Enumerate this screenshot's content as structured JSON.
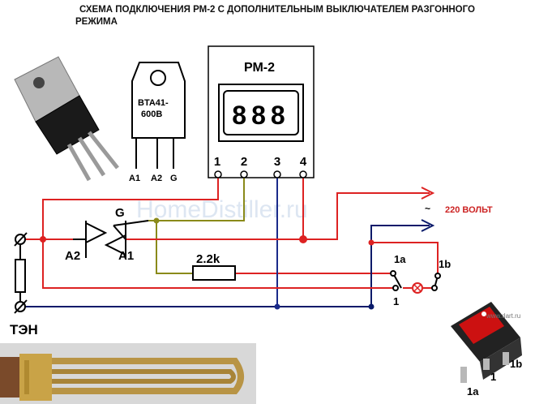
{
  "title_line1": "СХЕМА ПОДКЛЮЧЕНИЯ РМ-2 С ДОПОЛНИТЕЛЬНЫМ ВЫКЛЮЧАТЕЛЕМ РАЗГОННОГО",
  "title_line2": "РЕЖИМА",
  "watermark": "HomeDistiller.ru",
  "triac": {
    "part_line1": "BTA41-",
    "part_line2": "600B",
    "pin_a1": "A1",
    "pin_a2": "A2",
    "pin_g": "G"
  },
  "controller": {
    "name": "РМ-2",
    "display": "888",
    "pins": [
      "1",
      "2",
      "3",
      "4"
    ]
  },
  "schematic": {
    "gate": "G",
    "a2": "A2",
    "a1": "A1",
    "resistor": "2.2k",
    "tilde": "~",
    "mains": "220 ВОЛЬТ",
    "sw_1a": "1a",
    "sw_1b": "1b",
    "sw_1": "1"
  },
  "heater": {
    "label": "ТЭН"
  },
  "rocker": {
    "brand": "www.dart.ru",
    "pin_1a": "1a",
    "pin_1": "1",
    "pin_1b": "1b"
  },
  "colors": {
    "red": "#dd2222",
    "blue": "#1a2a8a",
    "olive": "#8a8a1a",
    "black": "#000000",
    "dark_blue": "#0a1a6a"
  }
}
